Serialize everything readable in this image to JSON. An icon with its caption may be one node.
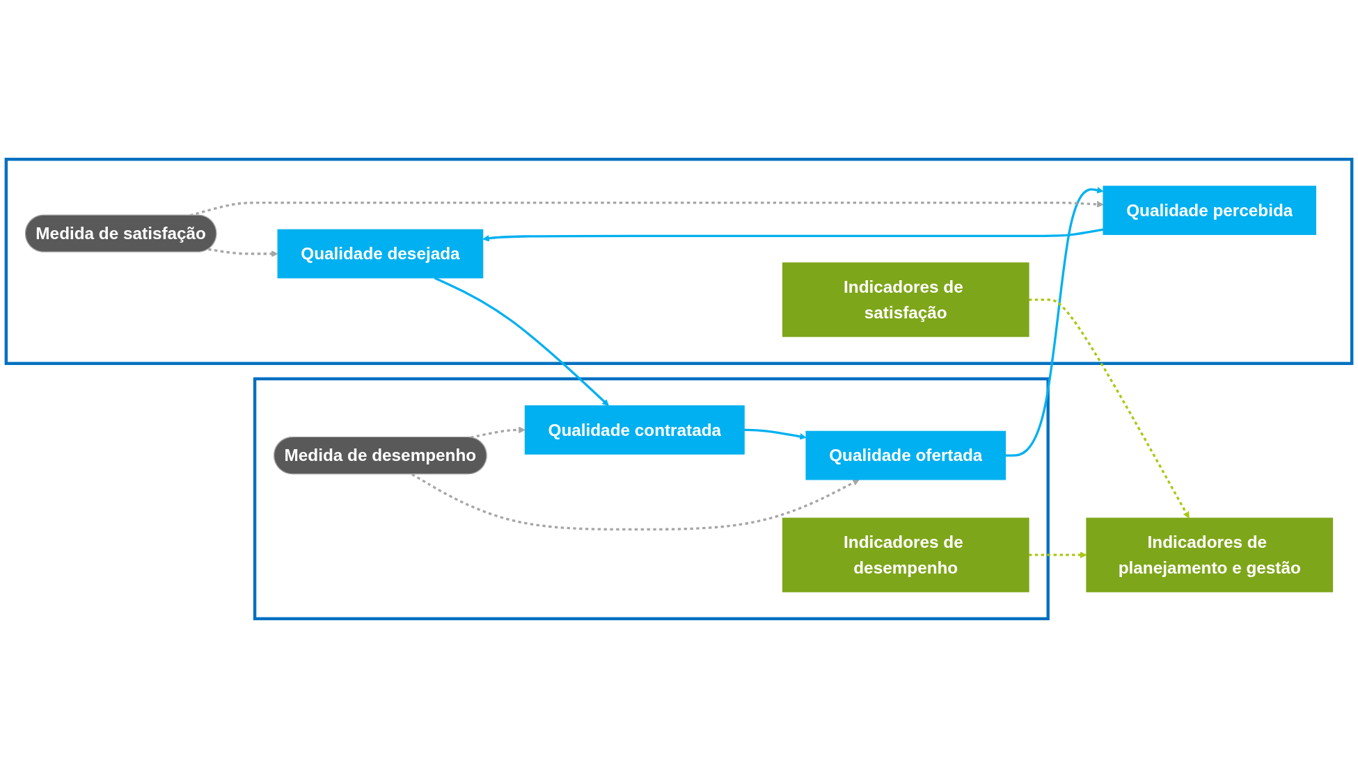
{
  "diagram": {
    "nodes": [
      {
        "text": [],
        "shape": "box"
      },
      {
        "text": [
          "Qualidade desejada"
        ],
        "in": 0
      },
      {
        "text": [
          "Medida de satisfação"
        ],
        "in": 0
      },
      {
        "text": [
          "Qualidade percebida"
        ],
        "in": 0
      },
      {
        "text": [
          "Indicadores de satisfação"
        ],
        "in": 0
      },
      {
        "text": [],
        "shape": "box"
      },
      {
        "text": [
          "Qualidade contratada"
        ],
        "in": 5
      },
      {
        "text": [
          "Medida de desempenho"
        ],
        "in": 5
      },
      {
        "text": [
          "Qualidade ofertada"
        ],
        "in": 5
      },
      {
        "text": [
          "Indicadores de desempenho"
        ],
        "in": 5
      },
      {
        "text": [
          "Indicadores de planejamento e gestão"
        ]
      }
    ],
    "edges": [
      {
        "from": 1,
        "to": 6,
        "arrow": "to"
      },
      {
        "from": 6,
        "to": 8,
        "arrow": "to"
      },
      {
        "from": 8,
        "to": 3,
        "arrow": "to"
      },
      {
        "from": 3,
        "to": 1,
        "arrow": "to"
      },
      {
        "from": 2,
        "to": 1,
        "arrow": "to",
        "style": "dashed",
        "color": "#a6a6a6"
      },
      {
        "from": 2,
        "to": 3,
        "arrow": "to",
        "style": "dashed",
        "color": "#a6a6a6"
      },
      {
        "from": 7,
        "to": 6,
        "arrow": "to",
        "style": "dashed",
        "color": "#a6a6a6"
      },
      {
        "from": 7,
        "to": 8,
        "arrow": "to",
        "style": "dashed",
        "color": "#a6a6a6"
      },
      {
        "from": 4,
        "to": 10,
        "arrow": "to",
        "style": "dashed",
        "color": "#a9c814"
      },
      {
        "from": 9,
        "to": 10,
        "arrow": "to",
        "style": "dashed",
        "color": "#a9c814"
      }
    ]
  }
}
